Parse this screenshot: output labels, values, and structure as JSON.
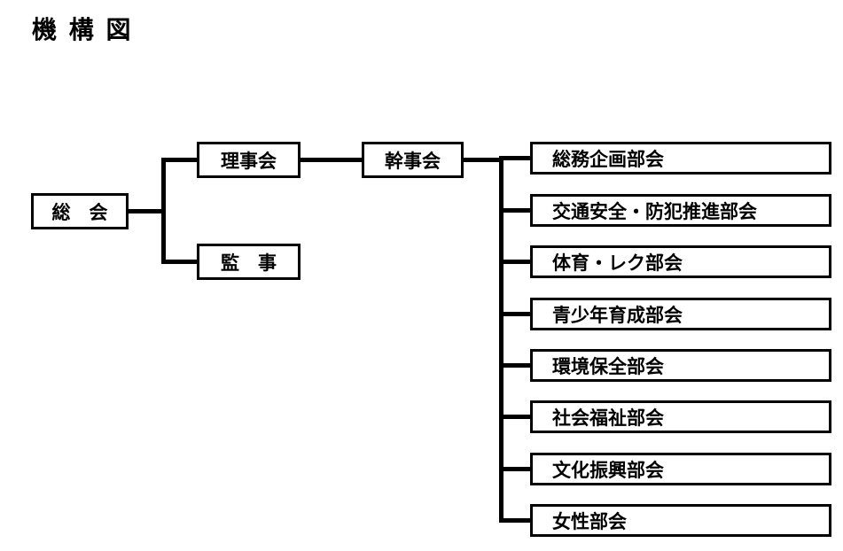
{
  "title": "機 構 図",
  "nodes": {
    "general_assembly": "総　会",
    "board_of_directors": "理事会",
    "auditors": "監　事",
    "secretariat": "幹事会"
  },
  "subcommittees": [
    "総務企画部会",
    "交通安全・防犯推進部会",
    "体育・レク部会",
    "青少年育成部会",
    "環境保全部会",
    "社会福祉部会",
    "文化振興部会",
    "女性部会"
  ]
}
